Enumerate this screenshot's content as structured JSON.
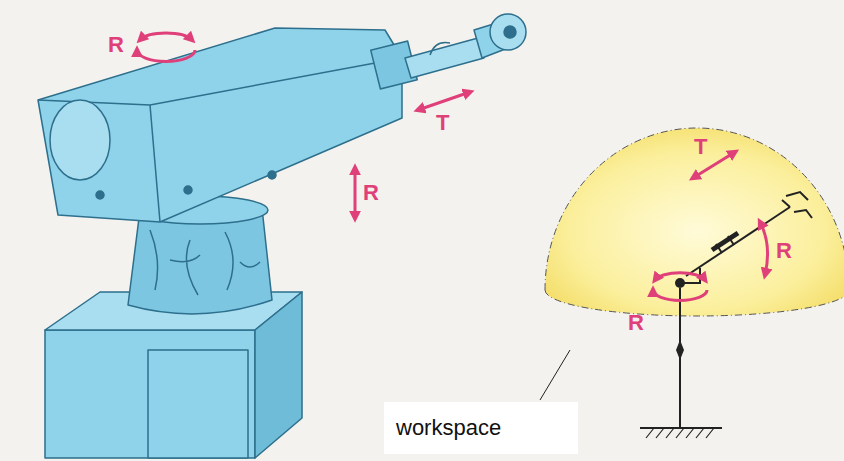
{
  "diagram": {
    "nodes": [
      {
        "text": [
          "workspace"
        ]
      }
    ],
    "labels": [
      "R",
      "T",
      "R",
      "T",
      "R",
      "R"
    ]
  }
}
